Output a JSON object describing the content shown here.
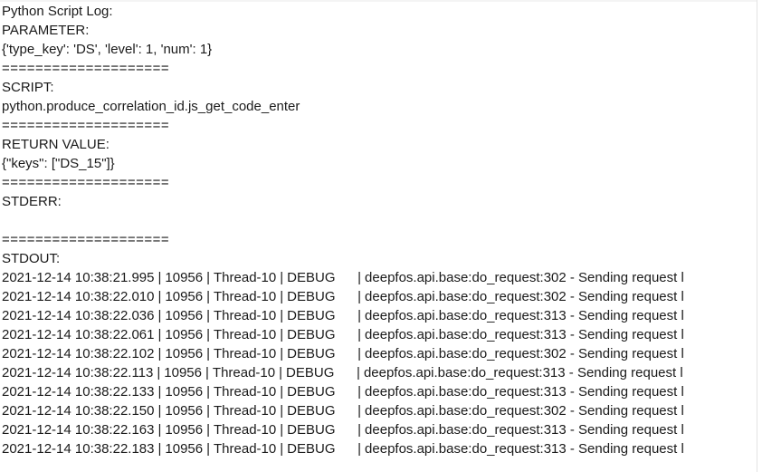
{
  "panel": {
    "title": "Python Script Log:",
    "separator": "====================",
    "text_color": "#1a1a1a",
    "background_color": "#ffffff",
    "border_color": "#e3e3e3"
  },
  "sections": {
    "parameter_label": "PARAMETER:",
    "parameter_value": "{'type_key': 'DS', 'level': 1, 'num': 1}",
    "script_label": "SCRIPT:",
    "script_value": "python.produce_correlation_id.js_get_code_enter",
    "return_value_label": "RETURN VALUE:",
    "return_value": "{\"keys\": [\"DS_15\"]}",
    "stderr_label": "STDERR:",
    "stderr_value": "",
    "stdout_label": "STDOUT:"
  },
  "stdout": {
    "rows": [
      {
        "timestamp": "2021-12-14 10:38:21.995",
        "pid": "10956",
        "thread": "Thread-10",
        "level": "DEBUG",
        "message": "deepfos.api.base:do_request:302 - Sending request l"
      },
      {
        "timestamp": "2021-12-14 10:38:22.010",
        "pid": "10956",
        "thread": "Thread-10",
        "level": "DEBUG",
        "message": "deepfos.api.base:do_request:302 - Sending request l"
      },
      {
        "timestamp": "2021-12-14 10:38:22.036",
        "pid": "10956",
        "thread": "Thread-10",
        "level": "DEBUG",
        "message": "deepfos.api.base:do_request:313 - Sending request l"
      },
      {
        "timestamp": "2021-12-14 10:38:22.061",
        "pid": "10956",
        "thread": "Thread-10",
        "level": "DEBUG",
        "message": "deepfos.api.base:do_request:313 - Sending request l"
      },
      {
        "timestamp": "2021-12-14 10:38:22.102",
        "pid": "10956",
        "thread": "Thread-10",
        "level": "DEBUG",
        "message": "deepfos.api.base:do_request:302 - Sending request l"
      },
      {
        "timestamp": "2021-12-14 10:38:22.113",
        "pid": "10956",
        "thread": "Thread-10",
        "level": "DEBUG",
        "message": "deepfos.api.base:do_request:313 - Sending request l"
      },
      {
        "timestamp": "2021-12-14 10:38:22.133",
        "pid": "10956",
        "thread": "Thread-10",
        "level": "DEBUG",
        "message": "deepfos.api.base:do_request:313 - Sending request l"
      },
      {
        "timestamp": "2021-12-14 10:38:22.150",
        "pid": "10956",
        "thread": "Thread-10",
        "level": "DEBUG",
        "message": "deepfos.api.base:do_request:302 - Sending request l"
      },
      {
        "timestamp": "2021-12-14 10:38:22.163",
        "pid": "10956",
        "thread": "Thread-10",
        "level": "DEBUG",
        "message": "deepfos.api.base:do_request:313 - Sending request l"
      },
      {
        "timestamp": "2021-12-14 10:38:22.183",
        "pid": "10956",
        "thread": "Thread-10",
        "level": "DEBUG",
        "message": "deepfos.api.base:do_request:313 - Sending request l"
      }
    ],
    "pipe": "|"
  }
}
